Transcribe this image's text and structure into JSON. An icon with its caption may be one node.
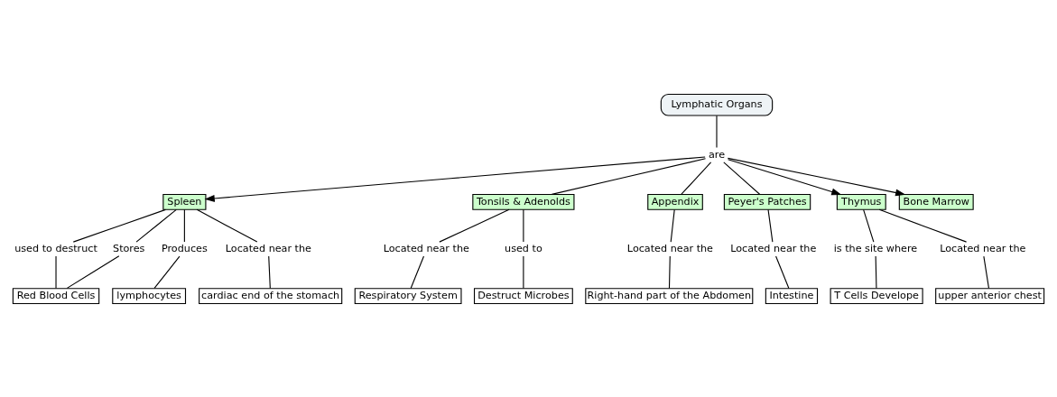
{
  "diagram": {
    "nodes": [
      {
        "text": [
          "Lymphatic Organs"
        ]
      },
      {
        "text": [
          "are"
        ]
      },
      {
        "text": [
          "Spleen"
        ]
      },
      {
        "text": [
          "Tonsils & Adenolds"
        ]
      },
      {
        "text": [
          "Appendix"
        ]
      },
      {
        "text": [
          "Peyer's Patches"
        ]
      },
      {
        "text": [
          "Thymus"
        ]
      },
      {
        "text": [
          "Bone Marrow"
        ]
      },
      {
        "text": [
          "used to destruct"
        ]
      },
      {
        "text": [
          "Stores"
        ]
      },
      {
        "text": [
          "Produces"
        ]
      },
      {
        "text": [
          "Located near the"
        ]
      },
      {
        "text": [
          "Located near the"
        ]
      },
      {
        "text": [
          "used to"
        ]
      },
      {
        "text": [
          "Located near the"
        ]
      },
      {
        "text": [
          "Located near the"
        ]
      },
      {
        "text": [
          "is the site where"
        ]
      },
      {
        "text": [
          "Located near the"
        ]
      },
      {
        "text": [
          "Red Blood Cells"
        ]
      },
      {
        "text": [
          "lymphocytes"
        ]
      },
      {
        "text": [
          "cardiac end of the stomach"
        ]
      },
      {
        "text": [
          "Respiratory System"
        ]
      },
      {
        "text": [
          "Destruct Microbes"
        ]
      },
      {
        "text": [
          "Right-hand part of the Abdomen"
        ]
      },
      {
        "text": [
          "Intestine"
        ]
      },
      {
        "text": [
          "T Cells Develope"
        ]
      },
      {
        "text": [
          "upper anterior chest"
        ]
      }
    ],
    "edges": [
      {
        "from": 0,
        "to": 1,
        "arrow": "none"
      },
      {
        "from": 1,
        "to": 2,
        "arrow": "to"
      },
      {
        "from": 1,
        "to": 3,
        "arrow": "none"
      },
      {
        "from": 1,
        "to": 4,
        "arrow": "none"
      },
      {
        "from": 1,
        "to": 5,
        "arrow": "none"
      },
      {
        "from": 1,
        "to": 6,
        "arrow": "to"
      },
      {
        "from": 1,
        "to": 7,
        "arrow": "to"
      },
      {
        "from": 2,
        "to": 8,
        "arrow": "none"
      },
      {
        "from": 2,
        "to": 9,
        "arrow": "none"
      },
      {
        "from": 2,
        "to": 10,
        "arrow": "none"
      },
      {
        "from": 2,
        "to": 11,
        "arrow": "none"
      },
      {
        "from": 8,
        "to": 18,
        "arrow": "none"
      },
      {
        "from": 9,
        "to": 18,
        "arrow": "none"
      },
      {
        "from": 10,
        "to": 19,
        "arrow": "none"
      },
      {
        "from": 11,
        "to": 20,
        "arrow": "none"
      },
      {
        "from": 3,
        "to": 12,
        "arrow": "none"
      },
      {
        "from": 3,
        "to": 13,
        "arrow": "none"
      },
      {
        "from": 12,
        "to": 21,
        "arrow": "none"
      },
      {
        "from": 13,
        "to": 22,
        "arrow": "none"
      },
      {
        "from": 4,
        "to": 14,
        "arrow": "none"
      },
      {
        "from": 14,
        "to": 23,
        "arrow": "none"
      },
      {
        "from": 5,
        "to": 15,
        "arrow": "none"
      },
      {
        "from": 15,
        "to": 24,
        "arrow": "none"
      },
      {
        "from": 6,
        "to": 16,
        "arrow": "none"
      },
      {
        "from": 6,
        "to": 17,
        "arrow": "none"
      },
      {
        "from": 16,
        "to": 25,
        "arrow": "none"
      },
      {
        "from": 17,
        "to": 26,
        "arrow": "none"
      }
    ]
  }
}
